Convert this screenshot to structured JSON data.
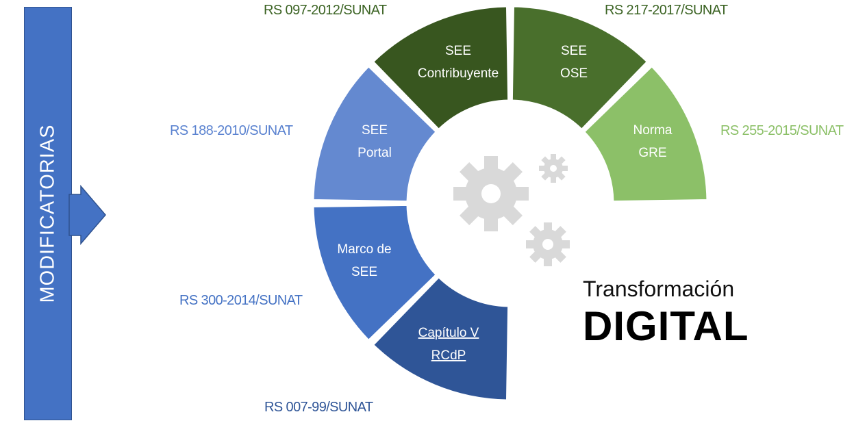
{
  "side_banner": {
    "label": "MODIFICATORIAS"
  },
  "segments": [
    {
      "id": "capitulo",
      "lines": [
        "Capítulo V",
        "RCdP"
      ],
      "reference": "RS 007-99/SUNAT",
      "color": "#2f5597"
    },
    {
      "id": "marco",
      "lines": [
        "Marco de",
        "SEE"
      ],
      "reference": "RS 300-2014/SUNAT",
      "color": "#4472c4"
    },
    {
      "id": "portal",
      "lines": [
        "SEE",
        "Portal"
      ],
      "reference": "RS 188-2010/SUNAT",
      "color": "#6489d0"
    },
    {
      "id": "contribuyente",
      "lines": [
        "SEE",
        "Contribuyente"
      ],
      "reference": "RS 097-2012/SUNAT",
      "color": "#38561f"
    },
    {
      "id": "ose",
      "lines": [
        "SEE",
        "OSE"
      ],
      "reference": "RS 217-2017/SUNAT",
      "color": "#496f2c"
    },
    {
      "id": "gre",
      "lines": [
        "Norma",
        "GRE"
      ],
      "reference": "RS 255-2015/SUNAT",
      "color": "#8cc068"
    }
  ],
  "reference_colors": {
    "capitulo": "#2f5597",
    "marco": "#4472c4",
    "portal": "#5b83d0",
    "contribuyente": "#3b6323",
    "ose": "#3b6323",
    "gre": "#8cc068"
  },
  "title": {
    "line1": "Transformación",
    "line2": "DIGITAL"
  },
  "icons": {
    "center": "gears-icon",
    "arrow": "arrow-right-icon"
  }
}
